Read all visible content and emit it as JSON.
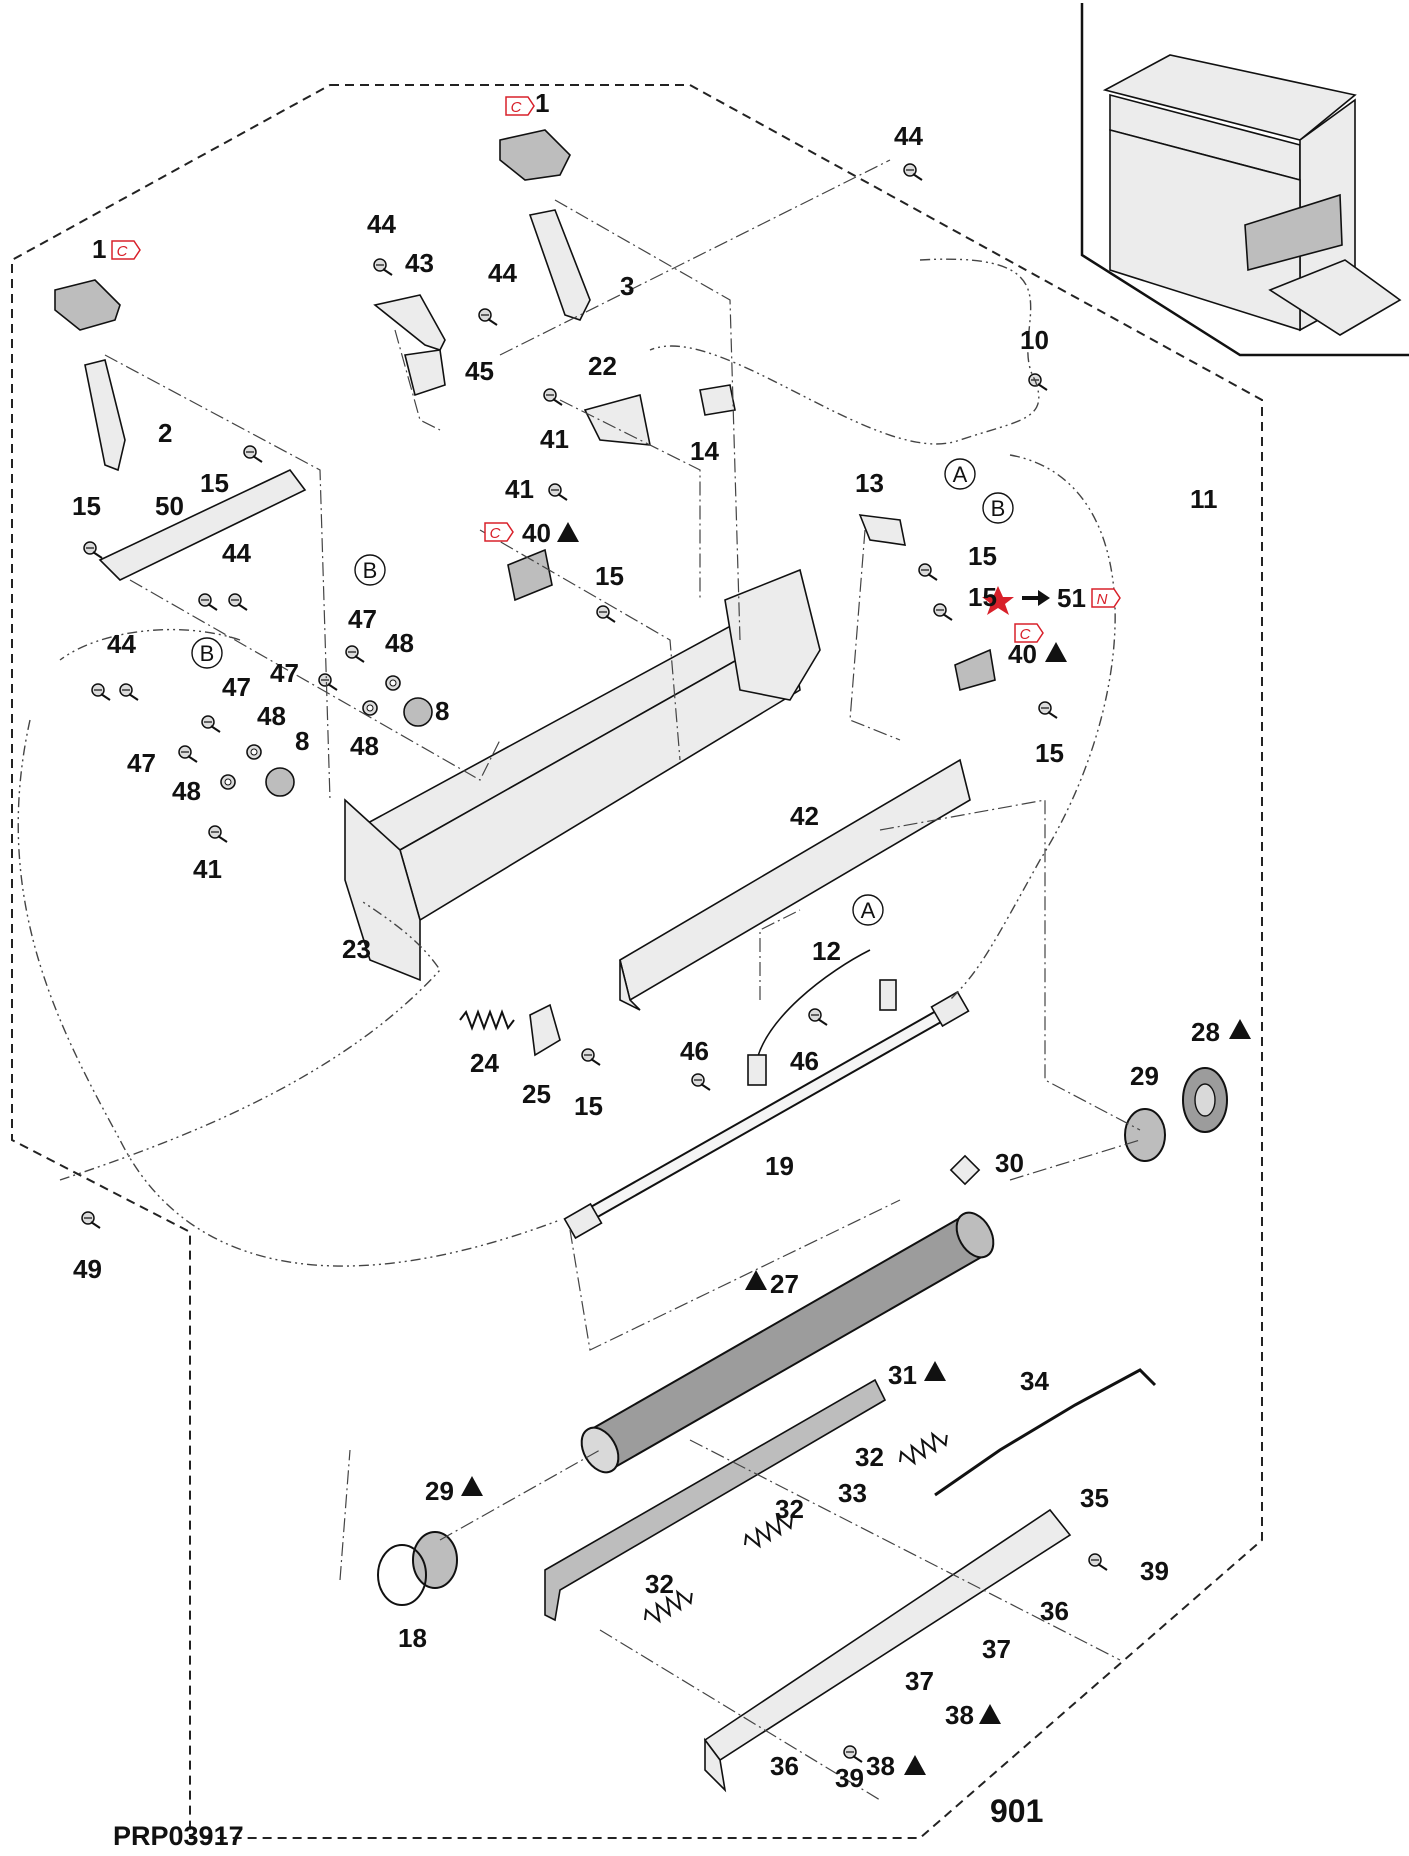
{
  "diagram_code": "PRP03917",
  "tags": {
    "changed": "C",
    "new": "N"
  },
  "callouts": {
    "c1a": "1",
    "c1b": "1",
    "c2": "2",
    "c3": "3",
    "c8a": "8",
    "c8b": "8",
    "c10": "10",
    "c11": "11",
    "c12": "12",
    "c13": "13",
    "c14": "14",
    "c15a": "15",
    "c15b": "15",
    "c15c": "15",
    "c15d": "15",
    "c15e": "15",
    "c15f": "15",
    "c15g": "15",
    "c18": "18",
    "c19": "19",
    "c22": "22",
    "c23": "23",
    "c24": "24",
    "c25": "25",
    "c27": "27",
    "c28": "28",
    "c29a": "29",
    "c29b": "29",
    "c30": "30",
    "c31": "31",
    "c32a": "32",
    "c32b": "32",
    "c32c": "32",
    "c33": "33",
    "c34": "34",
    "c35": "35",
    "c36a": "36",
    "c36b": "36",
    "c37a": "37",
    "c37b": "37",
    "c38a": "38",
    "c38b": "38",
    "c39a": "39",
    "c39b": "39",
    "c40a": "40",
    "c40b": "40",
    "c41a": "41",
    "c41b": "41",
    "c41c": "41",
    "c42": "42",
    "c43": "43",
    "c44a": "44",
    "c44b": "44",
    "c44c": "44",
    "c44d": "44",
    "c44e": "44",
    "c45": "45",
    "c46a": "46",
    "c46b": "46",
    "c47a": "47",
    "c47b": "47",
    "c47c": "47",
    "c47d": "47",
    "c48a": "48",
    "c48b": "48",
    "c48c": "48",
    "c48d": "48",
    "c49": "49",
    "c50": "50",
    "c51": "51",
    "c901": "901"
  },
  "connectors": {
    "a1": "A",
    "a2": "A",
    "b1": "B",
    "b2": "B",
    "b3": "B"
  },
  "colors": {
    "tag_red": "#d8202a",
    "ink": "#111111"
  }
}
